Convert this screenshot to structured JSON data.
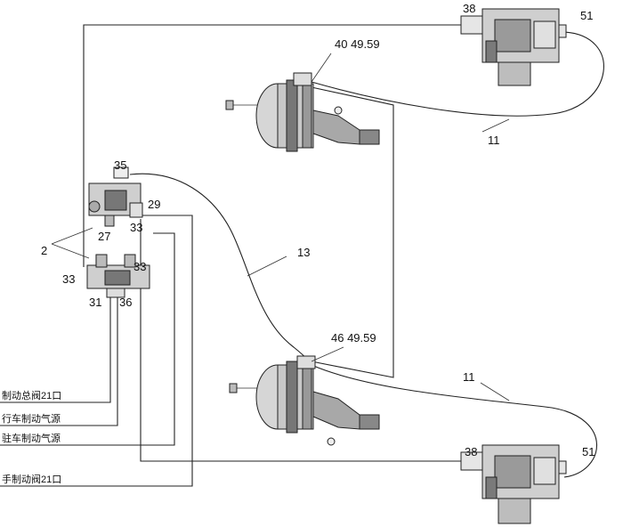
{
  "callouts": {
    "valve_top_38": "38",
    "valve_top_51": "51",
    "chamber_top": "40 49.59",
    "hose_top": "11",
    "valve_upper_35": "35",
    "valve_upper_29": "29",
    "valve_upper_33": "33",
    "valve_upper_27": "27",
    "group_2": "2",
    "valve_lower_33_left": "33",
    "valve_lower_33_right": "33",
    "valve_lower_31": "31",
    "valve_lower_36": "36",
    "pipe_13": "13",
    "chamber_bottom": "46 49.59",
    "hose_bottom": "11",
    "valve_bottom_38": "38",
    "valve_bottom_51": "51"
  },
  "pipe_labels": {
    "brake_valve_21": "制动总阀21口",
    "service_air": "行车制动气源",
    "parking_air": "驻车制动气源",
    "hand_valve_21": "手制动阀21口"
  },
  "colors": {
    "line": "#222222",
    "part_fill": "#d8d8d8",
    "part_dark": "#555555"
  }
}
